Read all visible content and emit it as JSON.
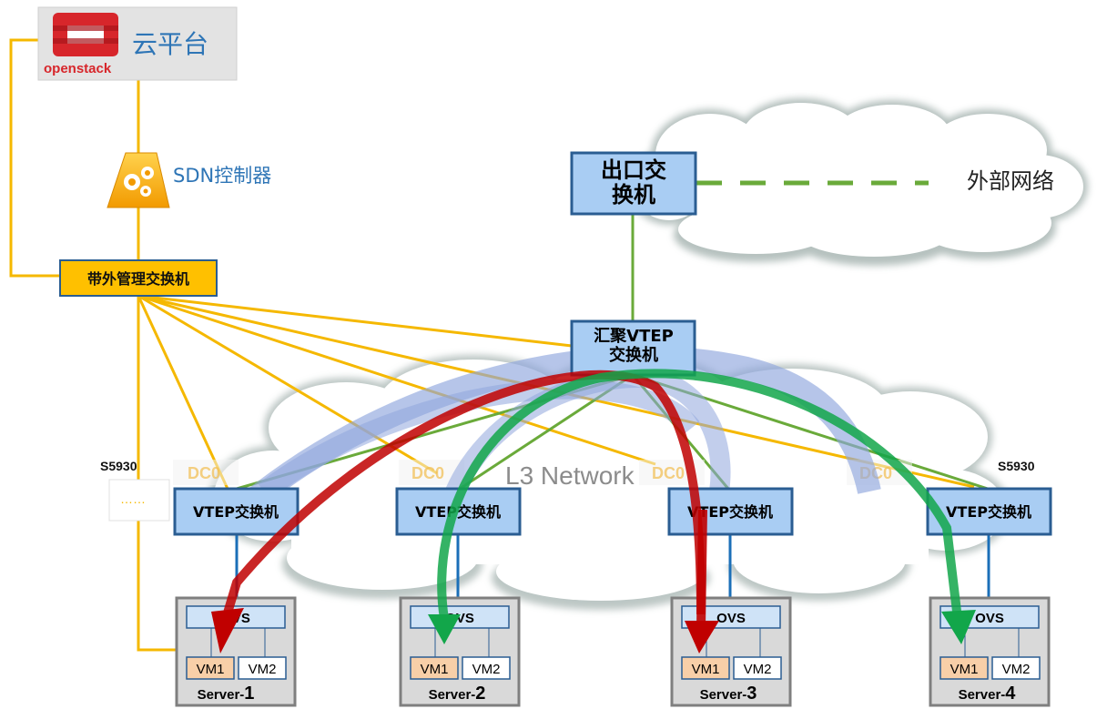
{
  "cloud_platform": {
    "brand_text": "openstack",
    "label": "云平台"
  },
  "sdn_controller": {
    "label": "SDN控制器"
  },
  "oob_switch": {
    "label": "带外管理交换机"
  },
  "egress_switch": {
    "label_line1": "出口交",
    "label_line2": "换机"
  },
  "external_network": {
    "label": "外部网络"
  },
  "aggregation_switch": {
    "label_line1": "汇聚VTEP",
    "label_line2": "交换机"
  },
  "l3_network": {
    "label": "L3 Network"
  },
  "model_labels": {
    "left": "S5930",
    "right": "S5930"
  },
  "dc_labels": [
    "DC0",
    "DC0",
    "DC0",
    "DC0"
  ],
  "ellipsis": "……",
  "vtep_switches": [
    {
      "label": "VTEP交换机"
    },
    {
      "label": "VTEP交换机"
    },
    {
      "label": "VTEP交换机"
    },
    {
      "label": "VTEP交换机"
    }
  ],
  "servers": [
    {
      "ovs": "OVS",
      "vm1": "VM1",
      "vm2": "VM2",
      "name_prefix": "Server-",
      "name_num": "1"
    },
    {
      "ovs": "OVS",
      "vm1": "VM1",
      "vm2": "VM2",
      "name_prefix": "Server-",
      "name_num": "2"
    },
    {
      "ovs": "OVS",
      "vm1": "VM1",
      "vm2": "VM2",
      "name_prefix": "Server-",
      "name_num": "3"
    },
    {
      "ovs": "OVS",
      "vm1": "VM1",
      "vm2": "VM2",
      "name_prefix": "Server-",
      "name_num": "4"
    }
  ],
  "colors": {
    "mgmt_line": "#f5b800",
    "data_line": "#6aaa3a",
    "vxlan_link": "#1b6fb8",
    "box_fill": "#a9cdf3",
    "box_stroke": "#2a5d92",
    "oob_fill": "#ffc000",
    "red_arrow": "#c00000",
    "green_arrow": "#12a64a",
    "tunnel_band": "#8fa6dd",
    "sdn_text": "#2e75b6",
    "vm1_fill": "#f8cfa8"
  }
}
